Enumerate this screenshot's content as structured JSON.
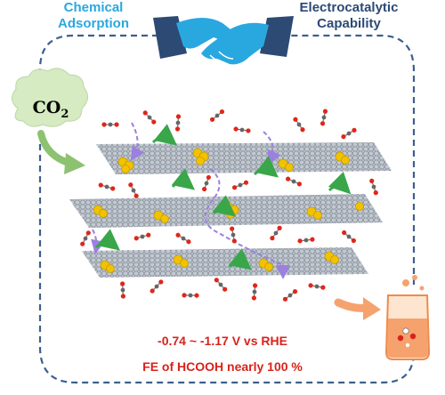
{
  "labels": {
    "left": [
      "Chemical",
      "Adsorption"
    ],
    "right": [
      "Electrocatalytic",
      "Capability"
    ]
  },
  "cloud": {
    "text": "CO",
    "subscript": "2"
  },
  "results": {
    "line1": "-0.74 ~ -1.17 V vs RHE",
    "line2": "FE of HCOOH nearly 100 %"
  },
  "colors": {
    "label_left": "#29a8e0",
    "label_right": "#2c4a74",
    "dashed_frame": "#3d5f8c",
    "cloud_fill": "#d6ebc1",
    "green_arrow": "#8cc270",
    "result_text": "#d8231b",
    "orange_arrow": "#f6a26e",
    "sheet": "#a6aeb8",
    "cluster": "#f2c200",
    "path_arrow": "#9c80e0"
  },
  "icons": [
    "handshake-icon",
    "co2-cloud-icon",
    "beaker-icon",
    "catalyst-sheet-icon"
  ]
}
